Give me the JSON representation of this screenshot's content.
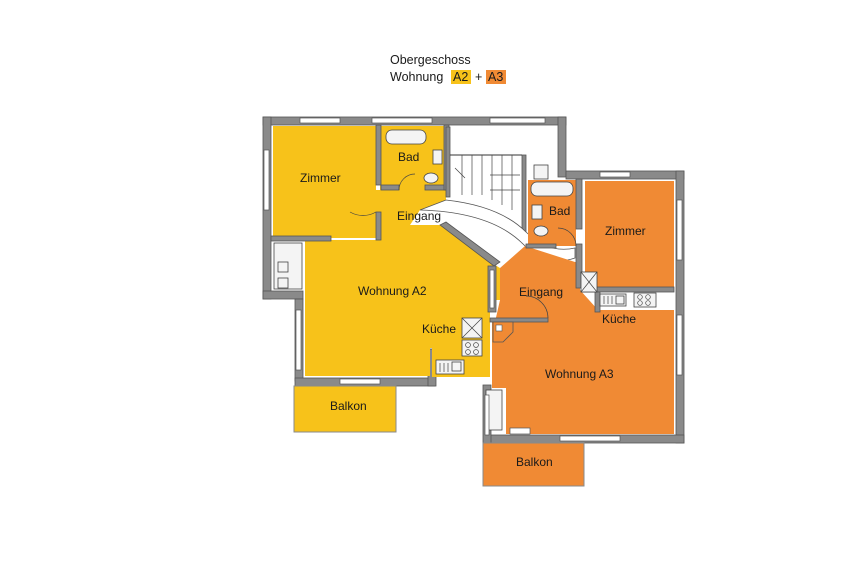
{
  "header": {
    "floor": "Obergeschoss",
    "apartments_prefix": "Wohnung",
    "unit_a2": "A2",
    "plus": "+",
    "unit_a3": "A3"
  },
  "colors": {
    "unit_a2": "#f7c21a",
    "unit_a3": "#f08a34",
    "wall": "#8a8a8a",
    "background": "#ffffff"
  },
  "rooms_a2": {
    "zimmer": "Zimmer",
    "bad": "Bad",
    "eingang": "Eingang",
    "wohnung": "Wohnung A2",
    "kueche": "Küche",
    "balkon": "Balkon"
  },
  "rooms_a3": {
    "bad": "Bad",
    "zimmer": "Zimmer",
    "eingang": "Eingang",
    "kueche": "Küche",
    "wohnung": "Wohnung A3",
    "balkon": "Balkon"
  }
}
